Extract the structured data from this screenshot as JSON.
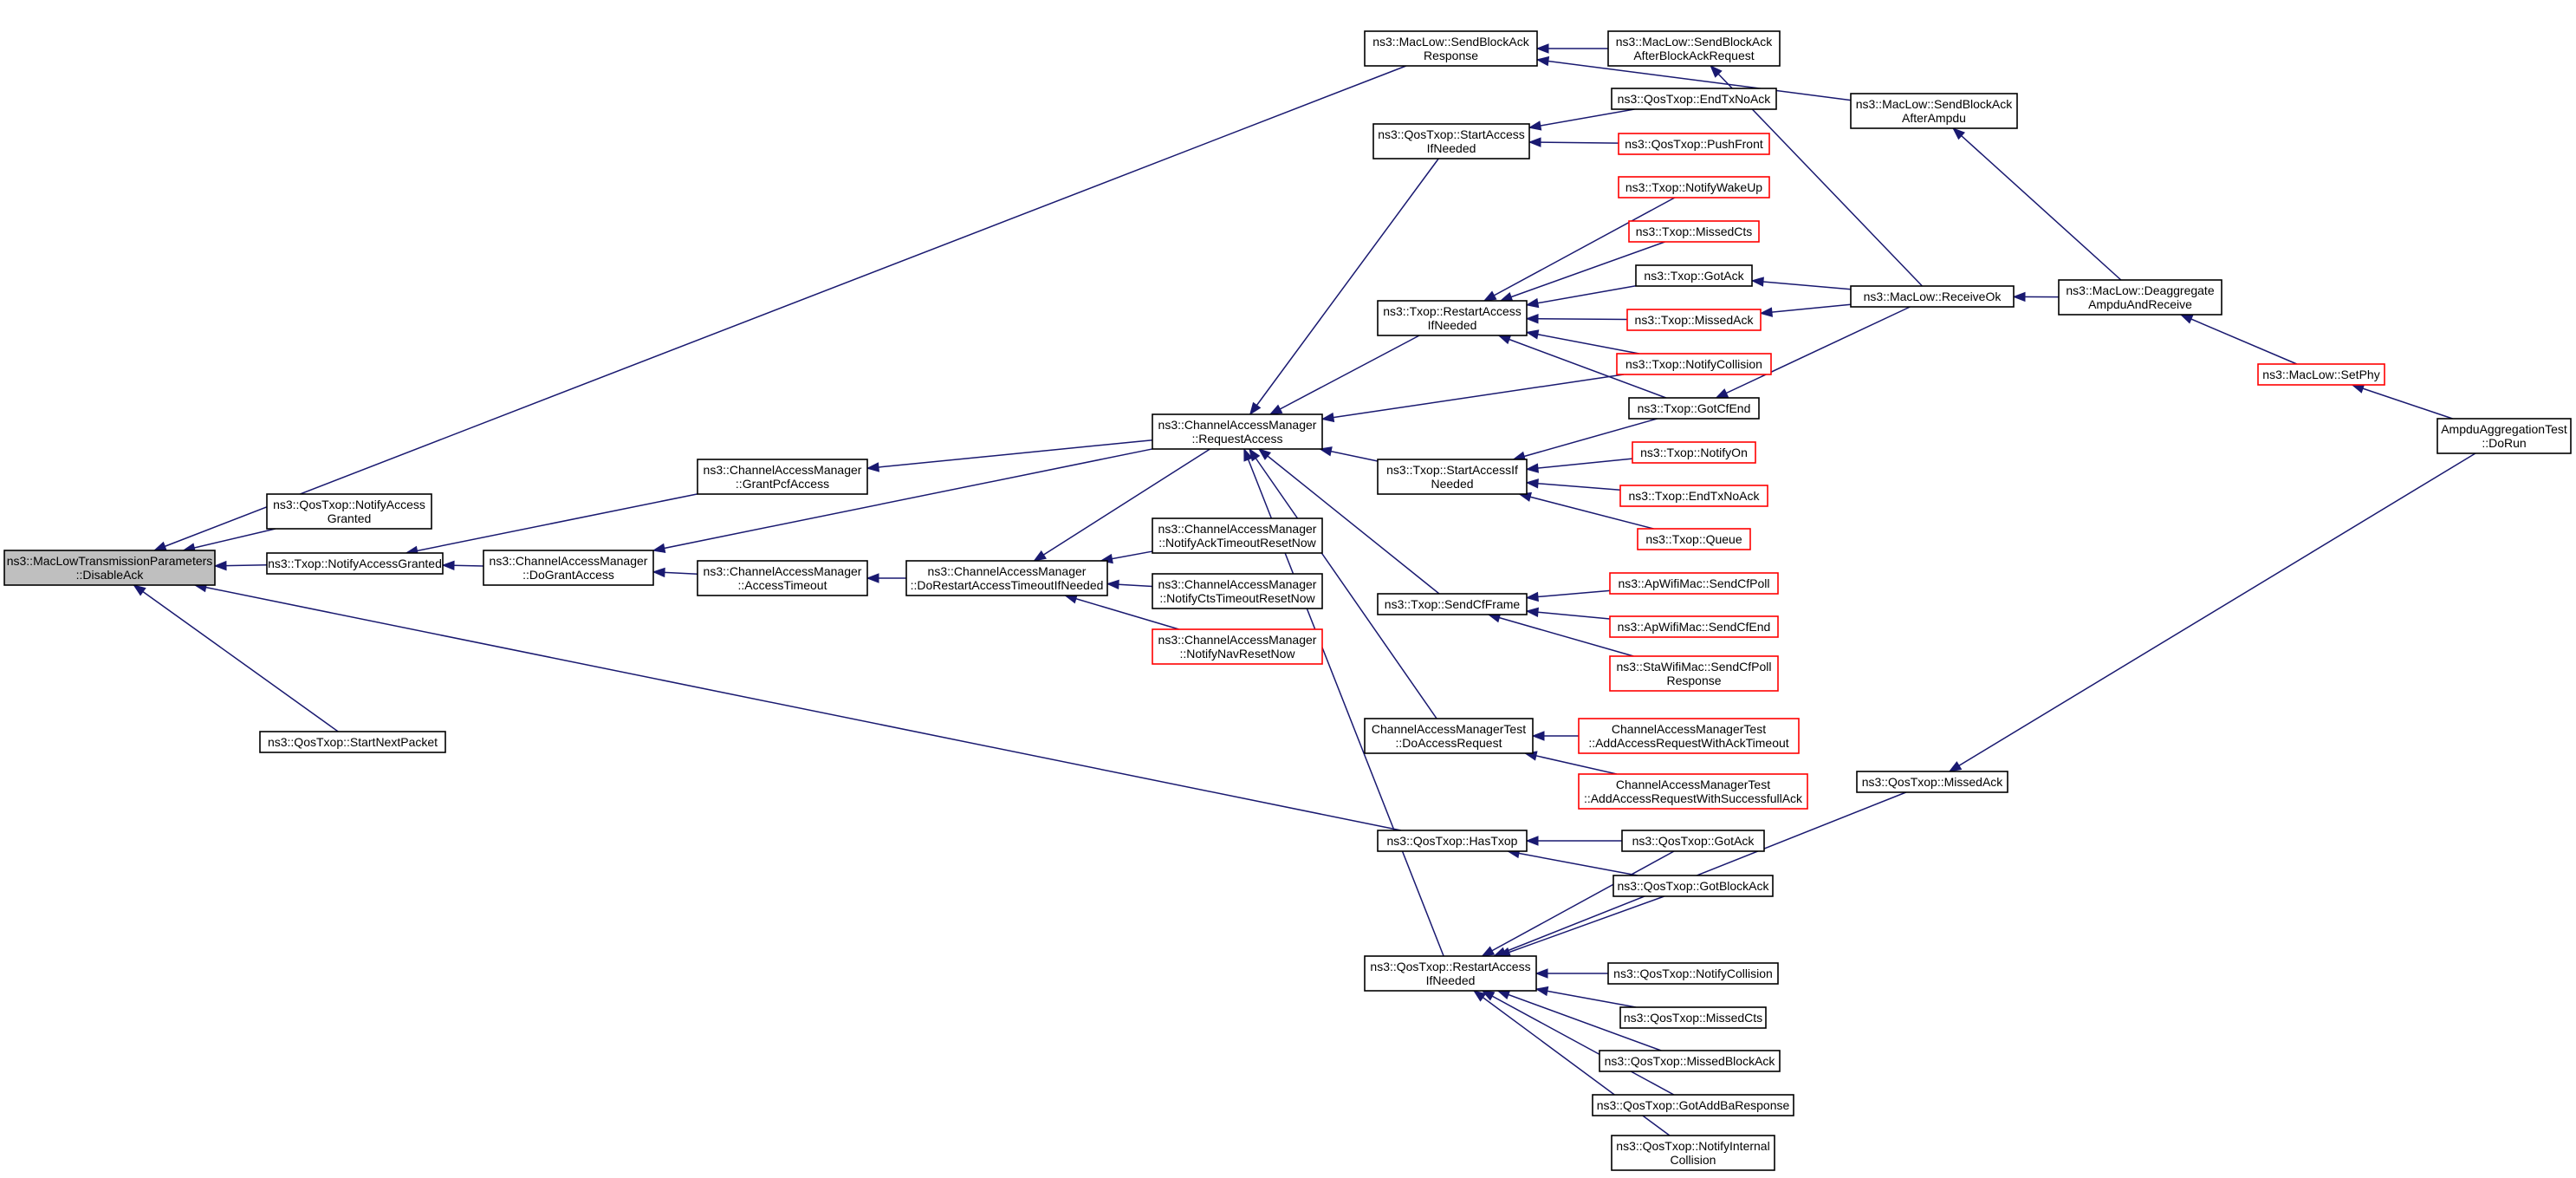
{
  "colors": {
    "edge": "#191970",
    "box_border": "#000000",
    "truncated_border": "#ff0000",
    "root_fill": "#bfbfbf"
  },
  "nodes": [
    {
      "id": "root",
      "lines": [
        "ns3::MacLowTransmissionParameters",
        "::DisableAck"
      ],
      "style": "root"
    },
    {
      "id": "qos_notify_access",
      "lines": [
        "ns3::QosTxop::NotifyAccess",
        "Granted"
      ]
    },
    {
      "id": "txop_notify_access",
      "lines": [
        "ns3::Txop::NotifyAccessGranted"
      ]
    },
    {
      "id": "qos_start_next",
      "lines": [
        "ns3::QosTxop::StartNextPacket"
      ]
    },
    {
      "id": "cam_grant_pcf",
      "lines": [
        "ns3::ChannelAccessManager",
        "::GrantPcfAccess"
      ]
    },
    {
      "id": "cam_do_grant",
      "lines": [
        "ns3::ChannelAccessManager",
        "::DoGrantAccess"
      ]
    },
    {
      "id": "cam_access_timeout",
      "lines": [
        "ns3::ChannelAccessManager",
        "::AccessTimeout"
      ]
    },
    {
      "id": "cam_do_restart",
      "lines": [
        "ns3::ChannelAccessManager",
        "::DoRestartAccessTimeoutIfNeeded"
      ]
    },
    {
      "id": "cam_request_access",
      "lines": [
        "ns3::ChannelAccessManager",
        "::RequestAccess"
      ]
    },
    {
      "id": "cam_notify_ack_timeout",
      "lines": [
        "ns3::ChannelAccessManager",
        "::NotifyAckTimeoutResetNow"
      ]
    },
    {
      "id": "cam_notify_cts_timeout",
      "lines": [
        "ns3::ChannelAccessManager",
        "::NotifyCtsTimeoutResetNow"
      ]
    },
    {
      "id": "cam_notify_nav_reset",
      "lines": [
        "ns3::ChannelAccessManager",
        "::NotifyNavResetNow"
      ],
      "style": "red"
    },
    {
      "id": "maclow_send_block_ack_resp",
      "lines": [
        "ns3::MacLow::SendBlockAck",
        "Response"
      ]
    },
    {
      "id": "maclow_send_block_ack_after_req",
      "lines": [
        "ns3::MacLow::SendBlockAck",
        "AfterBlockAckRequest"
      ]
    },
    {
      "id": "maclow_send_block_ack_after_ampdu",
      "lines": [
        "ns3::MacLow::SendBlockAck",
        "AfterAmpdu"
      ]
    },
    {
      "id": "qos_start_access",
      "lines": [
        "ns3::QosTxop::StartAccess",
        "IfNeeded"
      ]
    },
    {
      "id": "qos_end_tx_no_ack",
      "lines": [
        "ns3::QosTxop::EndTxNoAck"
      ]
    },
    {
      "id": "qos_push_front",
      "lines": [
        "ns3::QosTxop::PushFront"
      ],
      "style": "red"
    },
    {
      "id": "txop_notify_wakeup",
      "lines": [
        "ns3::Txop::NotifyWakeUp"
      ],
      "style": "red"
    },
    {
      "id": "txop_missed_cts",
      "lines": [
        "ns3::Txop::MissedCts"
      ],
      "style": "red"
    },
    {
      "id": "txop_restart_access",
      "lines": [
        "ns3::Txop::RestartAccess",
        "IfNeeded"
      ]
    },
    {
      "id": "txop_got_ack",
      "lines": [
        "ns3::Txop::GotAck"
      ]
    },
    {
      "id": "txop_missed_ack",
      "lines": [
        "ns3::Txop::MissedAck"
      ],
      "style": "red"
    },
    {
      "id": "txop_notify_collision",
      "lines": [
        "ns3::Txop::NotifyCollision"
      ],
      "style": "red"
    },
    {
      "id": "txop_got_cf_end",
      "lines": [
        "ns3::Txop::GotCfEnd"
      ]
    },
    {
      "id": "maclow_receive_ok",
      "lines": [
        "ns3::MacLow::ReceiveOk"
      ]
    },
    {
      "id": "maclow_deaggregate",
      "lines": [
        "ns3::MacLow::Deaggregate",
        "AmpduAndReceive"
      ]
    },
    {
      "id": "maclow_set_phy",
      "lines": [
        "ns3::MacLow::SetPhy"
      ],
      "style": "red"
    },
    {
      "id": "ampdu_test_dorun",
      "lines": [
        "AmpduAggregationTest",
        "::DoRun"
      ]
    },
    {
      "id": "txop_start_access",
      "lines": [
        "ns3::Txop::StartAccessIf",
        "Needed"
      ]
    },
    {
      "id": "txop_notify_on",
      "lines": [
        "ns3::Txop::NotifyOn"
      ],
      "style": "red"
    },
    {
      "id": "txop_end_tx_no_ack",
      "lines": [
        "ns3::Txop::EndTxNoAck"
      ],
      "style": "red"
    },
    {
      "id": "txop_queue",
      "lines": [
        "ns3::Txop::Queue"
      ],
      "style": "red"
    },
    {
      "id": "txop_send_cf_frame",
      "lines": [
        "ns3::Txop::SendCfFrame"
      ]
    },
    {
      "id": "apwifi_send_cf_poll",
      "lines": [
        "ns3::ApWifiMac::SendCfPoll"
      ],
      "style": "red"
    },
    {
      "id": "apwifi_send_cf_end",
      "lines": [
        "ns3::ApWifiMac::SendCfEnd"
      ],
      "style": "red"
    },
    {
      "id": "stawifi_send_cf_poll_resp",
      "lines": [
        "ns3::StaWifiMac::SendCfPoll",
        "Response"
      ],
      "style": "red"
    },
    {
      "id": "camtest_do_access",
      "lines": [
        "ChannelAccessManagerTest",
        "::DoAccessRequest"
      ]
    },
    {
      "id": "camtest_add_ack_timeout",
      "lines": [
        "ChannelAccessManagerTest",
        "::AddAccessRequestWithAckTimeout"
      ],
      "style": "red"
    },
    {
      "id": "camtest_add_successfull_ack",
      "lines": [
        "ChannelAccessManagerTest",
        "::AddAccessRequestWithSuccessfullAck"
      ],
      "style": "red"
    },
    {
      "id": "qos_has_txop",
      "lines": [
        "ns3::QosTxop::HasTxop"
      ]
    },
    {
      "id": "qos_got_ack",
      "lines": [
        "ns3::QosTxop::GotAck"
      ]
    },
    {
      "id": "qos_got_block_ack",
      "lines": [
        "ns3::QosTxop::GotBlockAck"
      ]
    },
    {
      "id": "qos_missed_ack",
      "lines": [
        "ns3::QosTxop::MissedAck"
      ]
    },
    {
      "id": "qos_restart_access",
      "lines": [
        "ns3::QosTxop::RestartAccess",
        "IfNeeded"
      ]
    },
    {
      "id": "qos_notify_collision",
      "lines": [
        "ns3::QosTxop::NotifyCollision"
      ]
    },
    {
      "id": "qos_missed_cts",
      "lines": [
        "ns3::QosTxop::MissedCts"
      ]
    },
    {
      "id": "qos_missed_block_ack",
      "lines": [
        "ns3::QosTxop::MissedBlockAck"
      ]
    },
    {
      "id": "qos_got_addba",
      "lines": [
        "ns3::QosTxop::GotAddBaResponse"
      ]
    },
    {
      "id": "qos_notify_internal_collision",
      "lines": [
        "ns3::QosTxop::NotifyInternal",
        "Collision"
      ]
    }
  ],
  "edges": [
    [
      "root",
      "qos_notify_access"
    ],
    [
      "root",
      "txop_notify_access"
    ],
    [
      "root",
      "qos_start_next"
    ],
    [
      "root",
      "maclow_send_block_ack_resp"
    ],
    [
      "root",
      "qos_has_txop"
    ],
    [
      "txop_notify_access",
      "cam_grant_pcf"
    ],
    [
      "txop_notify_access",
      "cam_do_grant"
    ],
    [
      "cam_grant_pcf",
      "cam_request_access"
    ],
    [
      "cam_do_grant",
      "cam_request_access"
    ],
    [
      "cam_do_grant",
      "cam_access_timeout"
    ],
    [
      "cam_access_timeout",
      "cam_do_restart"
    ],
    [
      "cam_do_restart",
      "cam_request_access"
    ],
    [
      "cam_do_restart",
      "cam_notify_ack_timeout"
    ],
    [
      "cam_do_restart",
      "cam_notify_cts_timeout"
    ],
    [
      "cam_do_restart",
      "cam_notify_nav_reset"
    ],
    [
      "cam_request_access",
      "qos_start_access"
    ],
    [
      "cam_request_access",
      "txop_restart_access"
    ],
    [
      "cam_request_access",
      "txop_notify_collision"
    ],
    [
      "cam_request_access",
      "txop_start_access"
    ],
    [
      "cam_request_access",
      "txop_send_cf_frame"
    ],
    [
      "cam_request_access",
      "camtest_do_access"
    ],
    [
      "cam_request_access",
      "qos_restart_access"
    ],
    [
      "maclow_send_block_ack_resp",
      "maclow_send_block_ack_after_req"
    ],
    [
      "maclow_send_block_ack_resp",
      "maclow_send_block_ack_after_ampdu"
    ],
    [
      "maclow_send_block_ack_after_req",
      "maclow_receive_ok"
    ],
    [
      "maclow_send_block_ack_after_ampdu",
      "maclow_deaggregate"
    ],
    [
      "qos_start_access",
      "qos_end_tx_no_ack"
    ],
    [
      "qos_start_access",
      "qos_push_front"
    ],
    [
      "txop_restart_access",
      "txop_notify_wakeup"
    ],
    [
      "txop_restart_access",
      "txop_missed_cts"
    ],
    [
      "txop_restart_access",
      "txop_got_ack"
    ],
    [
      "txop_restart_access",
      "txop_missed_ack"
    ],
    [
      "txop_restart_access",
      "txop_notify_collision"
    ],
    [
      "txop_restart_access",
      "txop_got_cf_end"
    ],
    [
      "txop_got_ack",
      "maclow_receive_ok"
    ],
    [
      "txop_missed_ack",
      "maclow_receive_ok"
    ],
    [
      "txop_got_cf_end",
      "maclow_receive_ok"
    ],
    [
      "maclow_receive_ok",
      "maclow_deaggregate"
    ],
    [
      "maclow_deaggregate",
      "maclow_set_phy"
    ],
    [
      "maclow_set_phy",
      "ampdu_test_dorun"
    ],
    [
      "txop_start_access",
      "txop_got_cf_end"
    ],
    [
      "txop_start_access",
      "txop_notify_on"
    ],
    [
      "txop_start_access",
      "txop_end_tx_no_ack"
    ],
    [
      "txop_start_access",
      "txop_queue"
    ],
    [
      "txop_send_cf_frame",
      "apwifi_send_cf_poll"
    ],
    [
      "txop_send_cf_frame",
      "apwifi_send_cf_end"
    ],
    [
      "txop_send_cf_frame",
      "stawifi_send_cf_poll_resp"
    ],
    [
      "camtest_do_access",
      "camtest_add_ack_timeout"
    ],
    [
      "camtest_do_access",
      "camtest_add_successfull_ack"
    ],
    [
      "qos_has_txop",
      "qos_got_ack"
    ],
    [
      "qos_has_txop",
      "qos_got_block_ack"
    ],
    [
      "qos_restart_access",
      "qos_got_ack"
    ],
    [
      "qos_restart_access",
      "qos_got_block_ack"
    ],
    [
      "qos_restart_access",
      "qos_missed_ack"
    ],
    [
      "qos_restart_access",
      "qos_notify_collision"
    ],
    [
      "qos_restart_access",
      "qos_missed_cts"
    ],
    [
      "qos_restart_access",
      "qos_missed_block_ack"
    ],
    [
      "qos_restart_access",
      "qos_got_addba"
    ],
    [
      "qos_restart_access",
      "qos_notify_internal_collision"
    ],
    [
      "qos_missed_ack",
      "ampdu_test_dorun"
    ]
  ]
}
